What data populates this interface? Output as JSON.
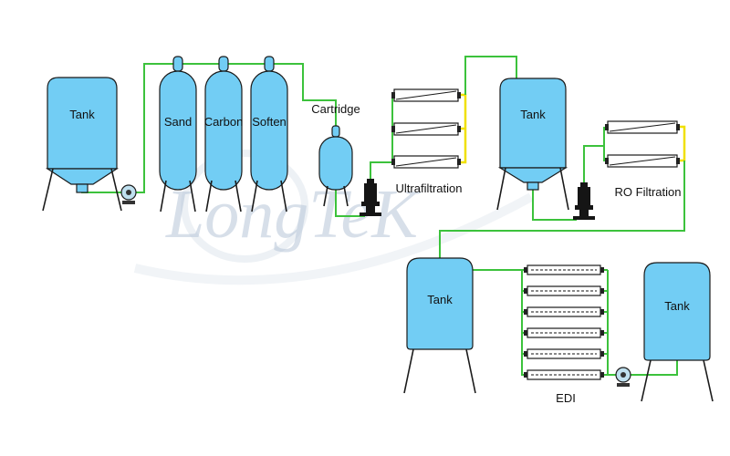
{
  "watermark": "LongTeK",
  "colors": {
    "vessel-fill": "#72cdf4",
    "outline": "#1a1a1a",
    "pipe-green": "#3cc23c",
    "pipe-yellow": "#f0e000",
    "pump-dark": "#151515",
    "module-fill": "#ffffff",
    "watermark-blue": "#b7c6d8"
  },
  "equipment": {
    "raw_tank": {
      "label": "Tank"
    },
    "filters": [
      {
        "label": "Sand"
      },
      {
        "label": "Carbon"
      },
      {
        "label": "Soften"
      }
    ],
    "cartridge": {
      "label": "Cartridge"
    },
    "uf": {
      "label": "Ultrafiltration",
      "modules": 3
    },
    "buffer_tank": {
      "label": "Tank"
    },
    "ro": {
      "label": "RO Filtration",
      "modules": 2
    },
    "ro_tank": {
      "label": "Tank"
    },
    "edi": {
      "label": "EDI",
      "modules": 6
    },
    "pure_tank": {
      "label": "Tank"
    }
  }
}
